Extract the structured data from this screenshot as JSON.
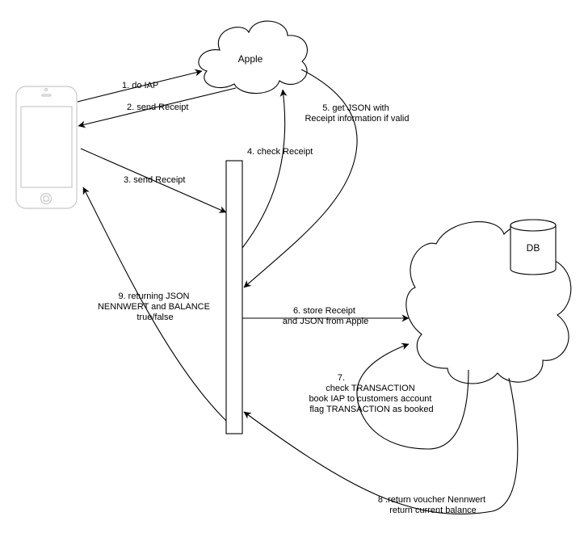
{
  "nodes": {
    "apple": "Apple",
    "db": "DB"
  },
  "edges": {
    "e1": [
      "1. do IAP"
    ],
    "e2": [
      "2. send Receipt"
    ],
    "e3": [
      "3. send Receipt"
    ],
    "e4": [
      "4. check Receipt"
    ],
    "e5": [
      "5. get JSON with",
      "Receipt information if valid"
    ],
    "e6": [
      "6. store Receipt",
      "and JSON from Apple"
    ],
    "e7": [
      "7.",
      "check TRANSACTION",
      "book IAP to customers account",
      "flag TRANSACTION as booked"
    ],
    "e8": [
      "8 .return voucher Nennwert",
      "return current balance"
    ],
    "e9": [
      "9. returning JSON",
      "NENNWERT and BALANCE",
      "true/false"
    ]
  }
}
